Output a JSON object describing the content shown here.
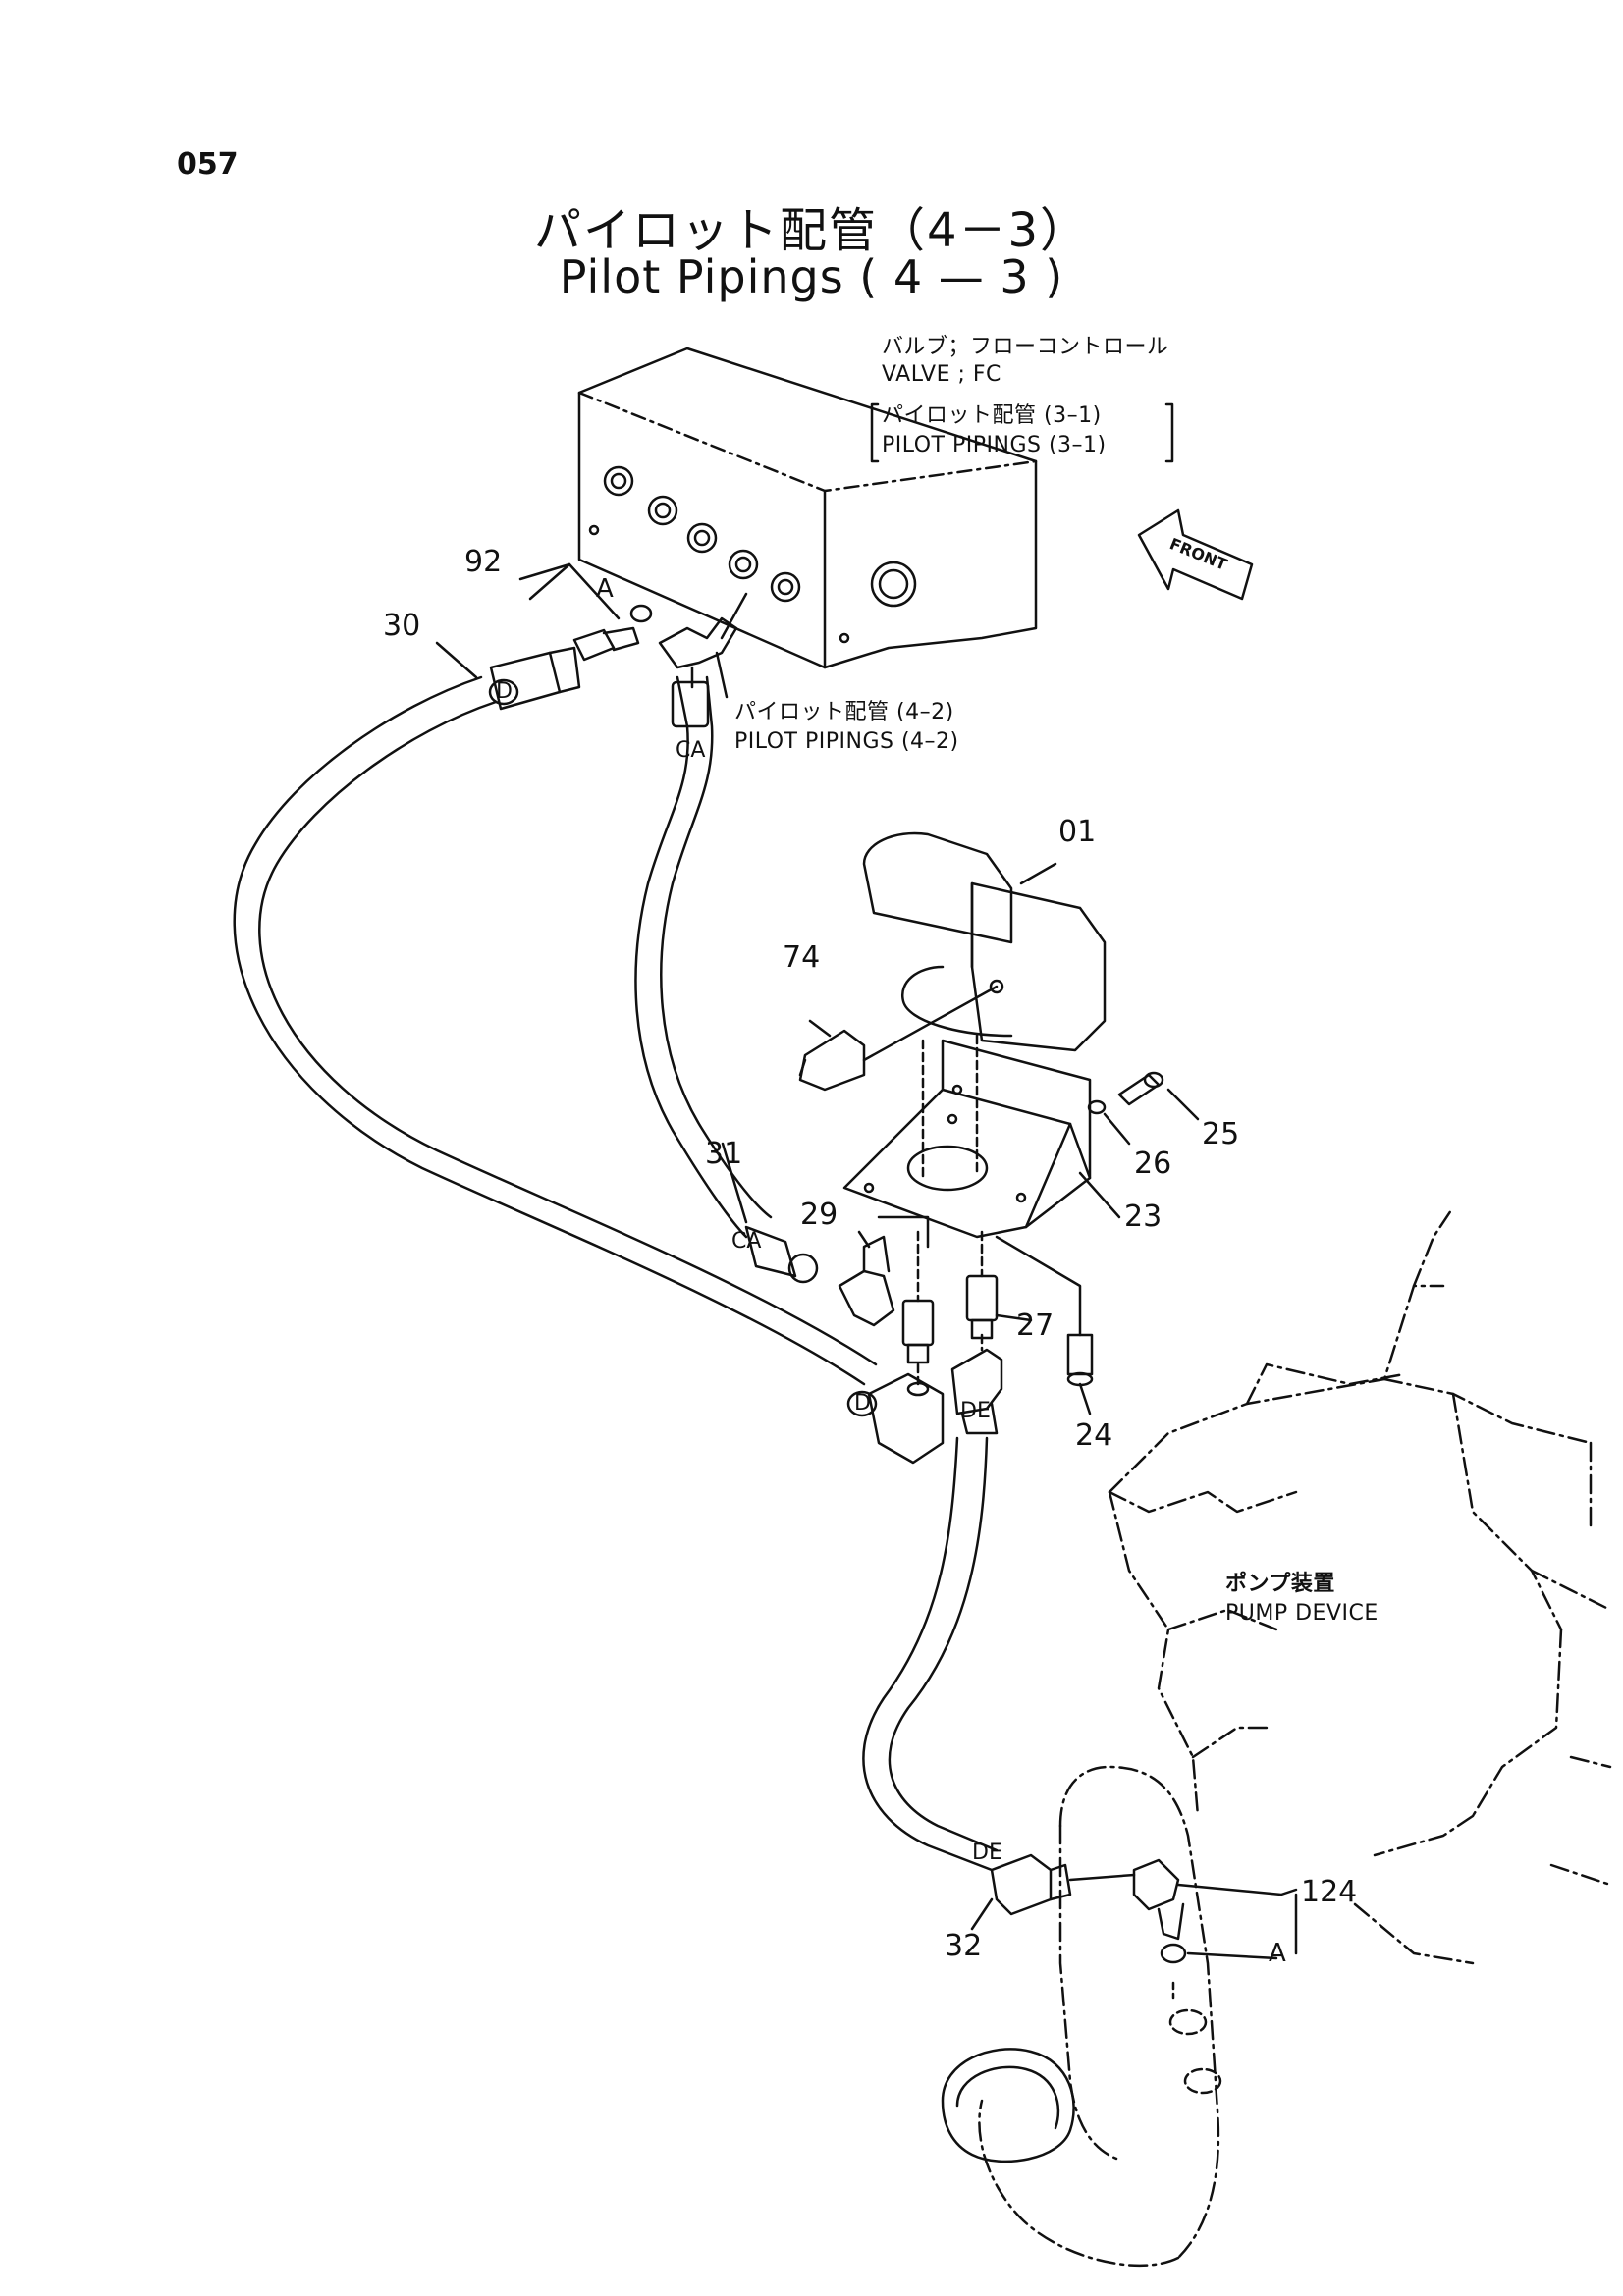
{
  "header": {
    "page_number": "057",
    "title_jp": "パイロット配管（4－3）",
    "title_en": "Pilot Pipings ( 4 — 3 )"
  },
  "notes": {
    "valve_jp": "バルブ；フローコントロール",
    "valve_en": "VALVE ; FC",
    "ref_31_jp": "パイロット配管 (3–1)",
    "ref_31_en": "PILOT PIPINGS (3–1)",
    "ref_42_jp": "パイロット配管 (4–2)",
    "ref_42_en": "PILOT PIPINGS (4–2)",
    "pump_jp": "ポンプ装置",
    "pump_en": "PUMP DEVICE",
    "front": "FRONT"
  },
  "parts": {
    "p01": "01",
    "p23": "23",
    "p24": "24",
    "p25": "25",
    "p26": "26",
    "p27": "27",
    "p29": "29",
    "p30": "30",
    "p31": "31",
    "p32": "32",
    "p74": "74",
    "p92": "92",
    "p124": "124"
  },
  "markers": {
    "a_top": "A",
    "a_bottom": "A",
    "d_top": "D",
    "d_bottom": "D",
    "ca_top": "CA",
    "ca_bottom": "CA",
    "de_top": "DE",
    "de_bottom": "DE"
  },
  "colors": {
    "ink": "#111111",
    "paper": "#ffffff"
  }
}
